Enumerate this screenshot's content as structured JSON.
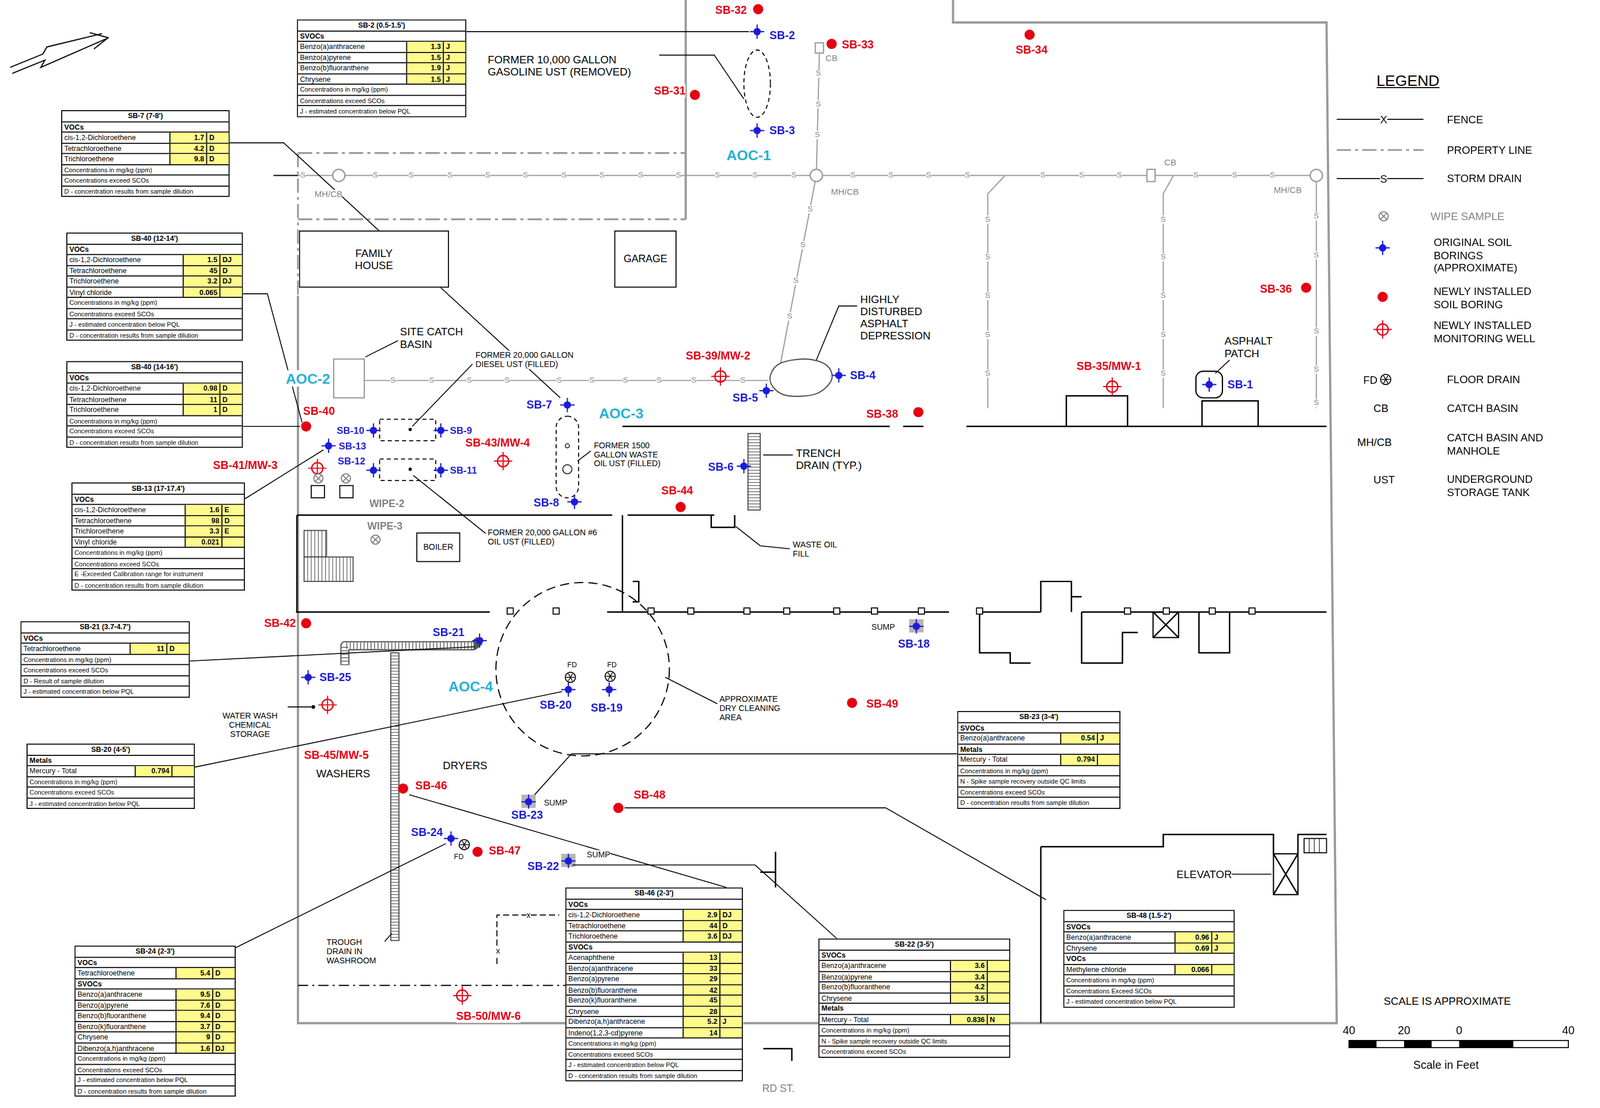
{
  "diagram": {
    "nodes": [
      {
        "text": [
          "SB-2 (0.5-1.5')",
          "SVOCs",
          "Benzo(a)anthracene",
          "1.3",
          "J",
          "Benzo(a)pyrene",
          "1.5",
          "J",
          "Benzo(b)fluoranthene",
          "1.9",
          "J",
          "Chrysene",
          "1.5",
          "J",
          "Concentrations in mg/kg (ppm)",
          "Concentrations exceed SCOs",
          "J - estimated concentration below PQL"
        ]
      },
      {
        "text": [
          "SB-7 (7-8')",
          "VOCs",
          "cis-1,2-Dichloroethene",
          "1.7",
          "D",
          "Tetrachloroethene",
          "4.2",
          "D",
          "Trichloroethene",
          "9.8",
          "D",
          "Concentrations in mg/kg (ppm)",
          "Concentrations exceed SCOs",
          "D - concentration results from sample dilution"
        ]
      },
      {
        "text": [
          "FAMILY HOUSE"
        ]
      },
      {
        "text": [
          "GARAGE"
        ]
      },
      {
        "text": [
          "SB-40 (12-14')",
          "VOCs",
          "cis-1,2-Dichloroethene",
          "1.5",
          "DJ",
          "Tetrachloroethene",
          "45",
          "D",
          "Trichloroethene",
          "3.2",
          "DJ",
          "Vinyl chloride",
          "0.065",
          "Concentrations in mg/kg (ppm)",
          "Concentrations exceed SCOs",
          "J - estimated concentration below PQL",
          "D - concentration results from sample dilution"
        ]
      },
      {
        "text": [
          "SB-40 (14-16')",
          "VOCs",
          "cis-1,2-Dichloroethene",
          "0.98",
          "D",
          "Tetrachloroethene",
          "11",
          "D",
          "Trichloroethene",
          "1",
          "D",
          "Concentrations in mg/kg (ppm)",
          "Concentrations exceed SCOs",
          "D - concentration results from sample dilution"
        ]
      },
      {
        "text": [
          "SB-13 (17-17.4')",
          "VOCs",
          "cis-1,2-Dichloroethene",
          "1.6",
          "E",
          "Tetrachloroethene",
          "98",
          "D",
          "Trichloroethene",
          "3.3",
          "E",
          "Vinyl chloride",
          "0.021",
          "Concentrations in mg/kg (ppm)",
          "Concentrations exceed SCOs",
          "E -Exceeded Calibration range for instrument",
          "D - concentration results from sample dilution"
        ]
      },
      {
        "text": [
          "BOILER"
        ]
      },
      {
        "text": [
          "SB-21 (3.7-4.7')",
          "VOCs",
          "Tetrachloroethene",
          "11",
          "D",
          "Concentrations in mg/kg (ppm)",
          "Concentrations exceed SCOs",
          "D - Result of sample dilution",
          "J - estimated concentration below PQL"
        ]
      },
      {
        "text": [
          "SB-20 (4-5')",
          "Metals",
          "Mercury - Total",
          "0.794",
          "Concentrations in mg/kg (ppm)",
          "Concentrations exceed SCOs",
          "J - estimated concentration below PQL"
        ]
      },
      {
        "text": [
          "SB-23 (3-4')",
          "SVOCs",
          "Benzo(a)anthracene",
          "0.54",
          "J",
          "Metals",
          "Mercury - Total",
          "0.794",
          "Concentrations in mg/kg (ppm)",
          "N - Spike sample recovery outside QC limits",
          "Concentrations exceed SCOs",
          "D - concentration results from sample dilution"
        ]
      },
      {
        "text": [
          "SB-46 (2-3')",
          "VOCs",
          "cis-1,2-Dichloroethene",
          "2.9",
          "DJ",
          "Tetrachloroethene",
          "44",
          "D",
          "Trichloroethene",
          "3.6",
          "DJ",
          "SVOCs",
          "Acenaphthene",
          "13",
          "Benzo(a)anthracene",
          "33",
          "Benzo(a)pyrene",
          "29",
          "Benzo(b)fluoranthene",
          "42",
          "Benzo(k)fluoranthene",
          "45",
          "Chrysene",
          "28",
          "Dibenzo(a,h)anthracene",
          "5.2",
          "J",
          "Indeno(1,2,3-cd)pyrene",
          "14",
          "Concentrations in mg/kg (ppm)",
          "Concentrations exceed SCOs",
          "J - estimated concentration below PQL",
          "D - concentration results from sample dilution"
        ]
      },
      {
        "text": [
          "SB-24 (2-3')",
          "VOCs",
          "Tetrachloroethene",
          "5.4",
          "D",
          "SVOCs",
          "Benzo(a)anthracene",
          "9.5",
          "D",
          "Benzo(a)pyrene",
          "7.6",
          "D",
          "Benzo(b)fluoranthene",
          "9.4",
          "D",
          "Benzo(k)fluoranthene",
          "3.7",
          "D",
          "Chrysene",
          "9",
          "D",
          "Dibenzo(a,h)anthracene",
          "1.6",
          "DJ",
          "Concentrations in mg/kg (ppm)",
          "Concentrations exceed SCOs",
          "J - estimated concentration below PQL",
          "D - concentration results from sample dilution"
        ]
      },
      {
        "text": [
          "SB-22 (3-5')",
          "SVOCs",
          "Benzo(a)anthracene",
          "3.6",
          "Benzo(a)pyrene",
          "3.4",
          "Benzo(b)fluoranthene",
          "4.2",
          "Chrysene",
          "3.5",
          "Metals",
          "Mercury - Total",
          "0.836",
          "N",
          "Concentrations in mg/kg (ppm)",
          "N - Spike sample recovery outside QC limits",
          "Concentrations exceed SCOs"
        ]
      },
      {
        "text": [
          "SB-48 (1.5-2')",
          "SVOCs",
          "Benzo(a)anthracene",
          "0.96",
          "J",
          "Chrysene",
          "0.69",
          "J",
          "VOCs",
          "Methylene chloride",
          "0.066",
          "Concentrations in mg/kg (ppm)",
          "Concentrations Exceed SCOs",
          "J - estimated concentration below PQL"
        ]
      }
    ],
    "labels": [
      "SB-32",
      "SB-2",
      "SB-33",
      "CB",
      "SB-34",
      "FORMER 10,000 GALLON GASOLINE UST (REMOVED)",
      "SB-31",
      "SB-3",
      "AOC-1",
      "MH/CB",
      "MH/CB",
      "CB",
      "MH/CB",
      "SITE CATCH BASIN",
      "AOC-2",
      "FORMER 20,000 GALLON DIESEL UST (FILLED)",
      "HIGHLY DISTURBED ASPHALT DEPRESSION",
      "SB-39/MW-2",
      "SB-4",
      "SB-5",
      "ASPHALT PATCH",
      "SB-35/MW-1",
      "SB-1",
      "SB-40",
      "SB-7",
      "AOC-3",
      "SB-38",
      "SB-10",
      "SB-9",
      "SB-13",
      "FORMER 1500 GALLON WASTE OIL UST (FILLED)",
      "SB-43/MW-4",
      "TRENCH DRAIN (TYP.)",
      "SB-12",
      "SB-41/MW-3",
      "SB-11",
      "SB-6",
      "SB-8",
      "SB-44",
      "WIPE-2",
      "FORMER 20,000 GALLON #6 OIL UST (FILLED)",
      "WIPE-3",
      "WASTE OIL FILL",
      "SB-42",
      "SB-21",
      "SUMP",
      "SB-18",
      "SB-25",
      "AOC-4",
      "FD",
      "FD",
      "SB-20",
      "SB-19",
      "APPROXIMATE DRY CLEANING AREA",
      "SB-49",
      "WATER WASH CHEMICAL STORAGE",
      "SB-45/MW-5",
      "WASHERS",
      "DRYERS",
      "SB-46",
      "SB-48",
      "SUMP",
      "SB-23",
      "SB-24",
      "FD",
      "SB-47",
      "SB-22",
      "SUMP",
      "ELEVATOR",
      "TROUGH DRAIN IN WASHROOM",
      "x",
      "x",
      "SB-50/MW-6",
      "RD ST.",
      "LEGEND",
      "X",
      "S",
      "FD",
      "CB",
      "MH/CB",
      "UST",
      "SCALE IS APPROXIMATE",
      "40",
      "20",
      "0",
      "40",
      "Scale in Feet",
      "SB-36",
      "S",
      "S",
      "S",
      "S",
      "S",
      "S",
      "S",
      "S",
      "S",
      "S",
      "S",
      "S",
      "S",
      "S",
      "S",
      "S",
      "S",
      "S",
      "S",
      "S",
      "S",
      "S",
      "S",
      "S",
      "S",
      "S",
      "S",
      "S",
      "S",
      "S",
      "S",
      "S",
      "S",
      "S",
      "S",
      "S",
      "S",
      "S",
      "S",
      "S",
      "S",
      "S",
      "S",
      "S",
      "S",
      "S",
      "S",
      "S",
      "S",
      "S",
      "S",
      "S",
      "S",
      "S",
      "S"
    ],
    "legend": [
      {
        "text": "FENCE"
      },
      {
        "text": "PROPERTY LINE"
      },
      {
        "text": "STORM DRAIN"
      },
      {
        "text": "WIPE SAMPLE"
      },
      {
        "text": "ORIGINAL SOIL BORINGS (APPROXIMATE)"
      },
      {
        "text": "NEWLY INSTALLED SOIL BORING"
      },
      {
        "text": "NEWLY INSTALLED MONITORING WELL"
      },
      {
        "text": "FLOOR DRAIN"
      },
      {
        "text": "CATCH BASIN"
      },
      {
        "text": "CATCH BASIN AND MANHOLE"
      },
      {
        "text": "UNDERGROUND STORAGE TANK"
      }
    ]
  }
}
